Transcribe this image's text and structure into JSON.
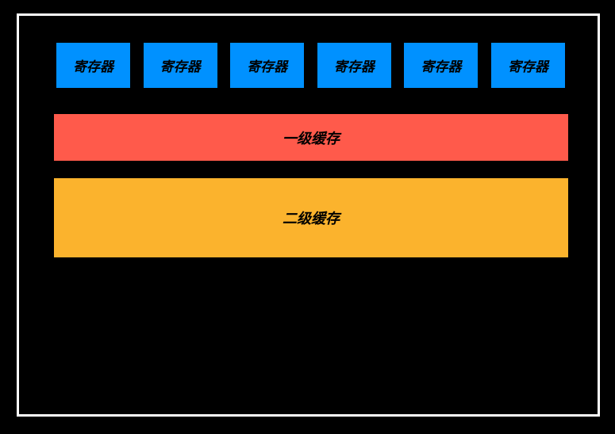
{
  "colors": {
    "register": "#0091ff",
    "l1_cache": "#ff5a4b",
    "l2_cache": "#fbb32d",
    "border": "#ffffff",
    "background": "#000000"
  },
  "registers": [
    {
      "label": "寄存器"
    },
    {
      "label": "寄存器"
    },
    {
      "label": "寄存器"
    },
    {
      "label": "寄存器"
    },
    {
      "label": "寄存器"
    },
    {
      "label": "寄存器"
    }
  ],
  "l1_cache": {
    "label": "一级缓存"
  },
  "l2_cache": {
    "label": "二级缓存"
  }
}
